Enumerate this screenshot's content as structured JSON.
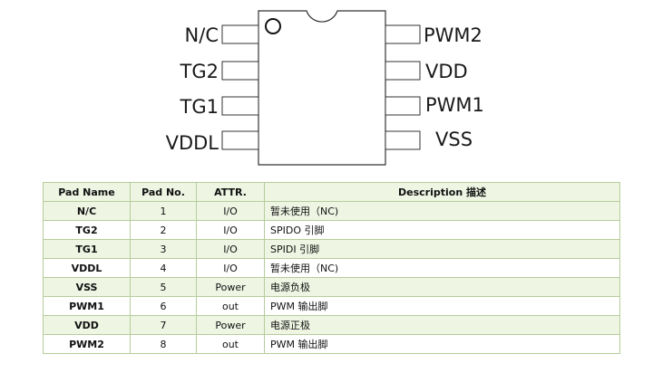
{
  "package": {
    "left_pins": [
      "N/C",
      "TG2",
      "TG1",
      "VDDL"
    ],
    "right_pins": [
      "PWM2",
      "VDD",
      "PWM1",
      "VSS"
    ]
  },
  "table": {
    "headers": [
      "Pad Name",
      "Pad No.",
      "ATTR.",
      "Description 描述"
    ],
    "rows": [
      {
        "name": "N/C",
        "no": "1",
        "attr": "I/O",
        "desc": "暂未使用（NC)"
      },
      {
        "name": "TG2",
        "no": "2",
        "attr": "I/O",
        "desc": "SPIDO 引脚"
      },
      {
        "name": "TG1",
        "no": "3",
        "attr": "I/O",
        "desc": "SPIDI 引脚"
      },
      {
        "name": "VDDL",
        "no": "4",
        "attr": "I/O",
        "desc": "暂未使用（NC)"
      },
      {
        "name": "VSS",
        "no": "5",
        "attr": "Power",
        "desc": "电源负极"
      },
      {
        "name": "PWM1",
        "no": "6",
        "attr": "out",
        "desc": "PWM 输出脚"
      },
      {
        "name": "VDD",
        "no": "7",
        "attr": "Power",
        "desc": "电源正极"
      },
      {
        "name": "PWM2",
        "no": "8",
        "attr": "out",
        "desc": "PWM 输出脚"
      }
    ]
  }
}
